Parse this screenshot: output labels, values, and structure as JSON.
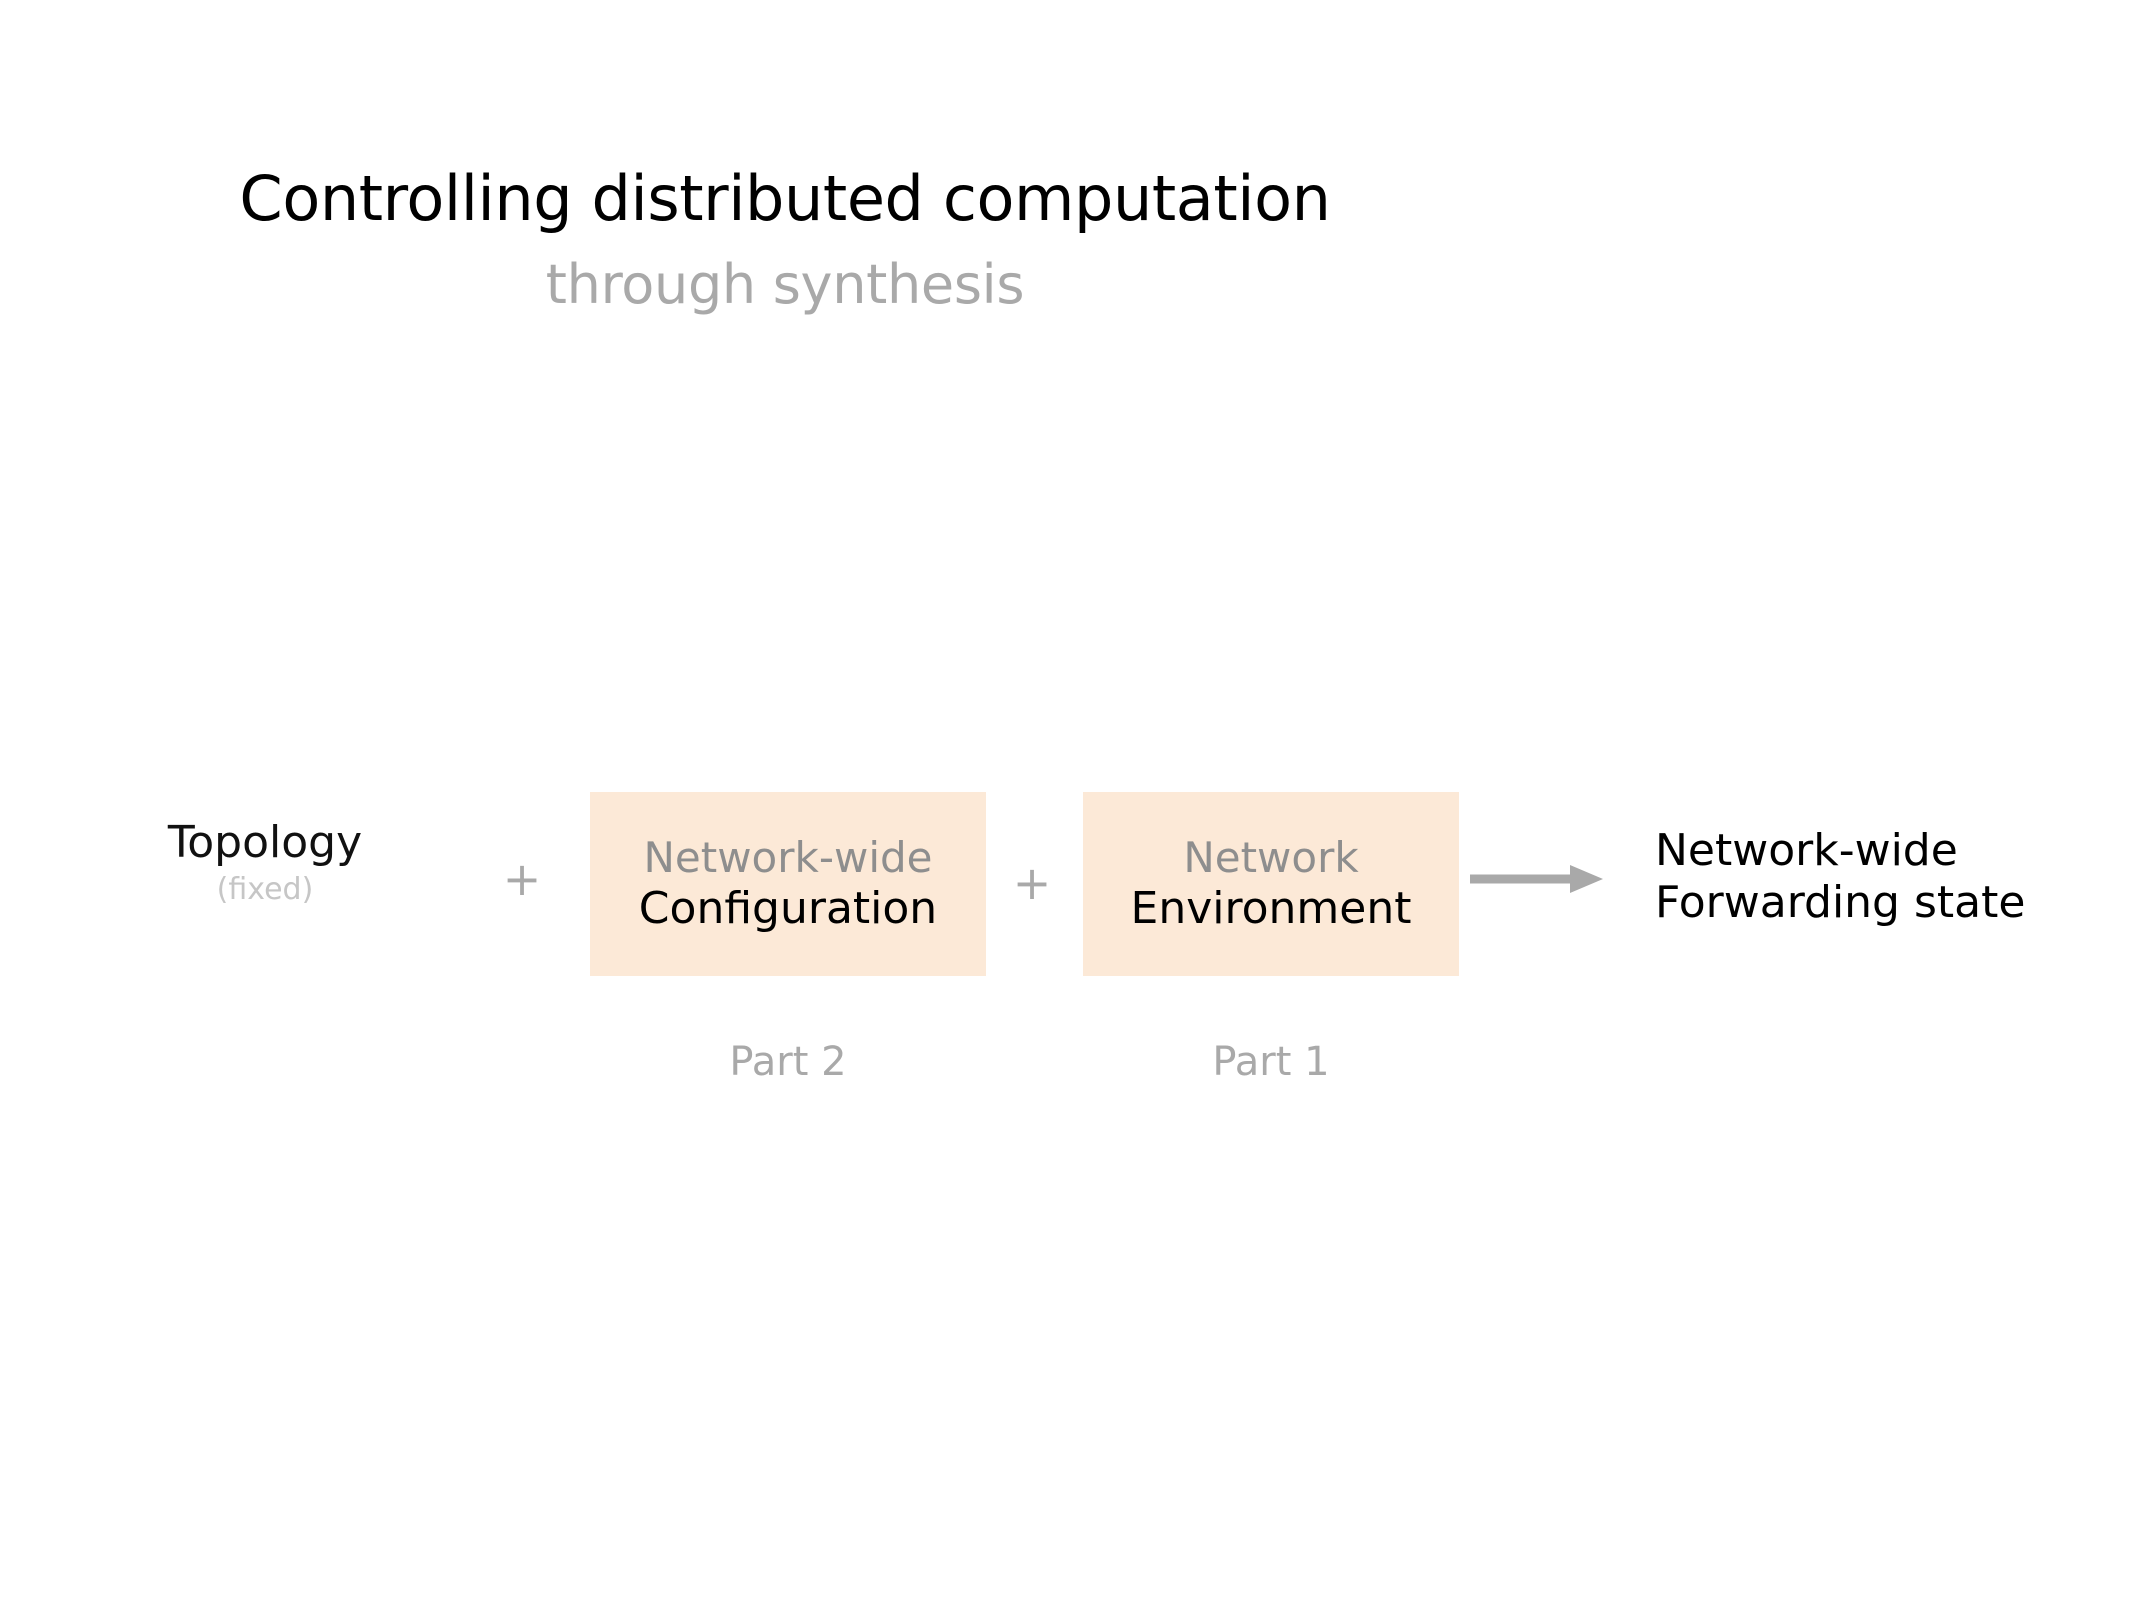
{
  "slide": {
    "background_color": "#ffffff",
    "title": "Controlling distributed computation",
    "subtitle": "through synthesis"
  },
  "colors": {
    "title_text": "#000000",
    "subtitle_text": "#a9a9a9",
    "muted_text": "#8e8e8e",
    "faint_text": "#c6c6c6",
    "box_background": "#fce9d7",
    "arrow": "#a9a9a9"
  },
  "diagram": {
    "type": "equation-flow",
    "inputs": [
      {
        "id": "topology",
        "main_label": "Topology",
        "sub_label": "(fixed)",
        "highlighted": false,
        "part_caption": ""
      },
      {
        "id": "network-wide-configuration",
        "main_label": "Configuration",
        "sub_label": "Network-wide",
        "highlighted": true,
        "part_caption": "Part 2"
      },
      {
        "id": "network-environment",
        "main_label": "Environment",
        "sub_label": "Network",
        "highlighted": true,
        "part_caption": "Part 1"
      }
    ],
    "operators": [
      "+",
      "+"
    ],
    "arrow_icon": "right-arrow-icon",
    "output": {
      "id": "network-wide-forwarding-state",
      "line1": "Network-wide",
      "line2": "Forwarding state"
    }
  }
}
